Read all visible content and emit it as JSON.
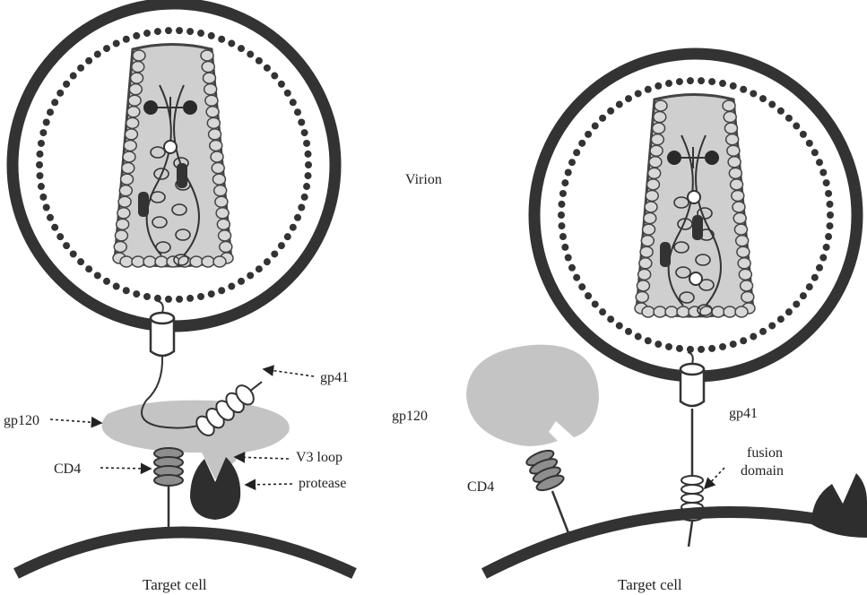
{
  "labels": {
    "virion": "Virion",
    "left": {
      "gp41": "gp41",
      "gp120": "gp120",
      "v3_loop": "V3 loop",
      "cd4": "CD4",
      "protease": "protease",
      "target_cell": "Target cell"
    },
    "right": {
      "gp120": "gp120",
      "gp41": "gp41",
      "cd4": "CD4",
      "fusion_domain_line1": "fusion",
      "fusion_domain_line2": "domain",
      "target_cell": "Target cell"
    }
  },
  "colors": {
    "membrane": "#333333",
    "capsid_fill": "#cfcfcf",
    "gp120_fill": "#c4c4c4",
    "cd4_fill": "#8e8e8e",
    "protease_fill": "#2e2e2e",
    "ink": "#222222"
  }
}
